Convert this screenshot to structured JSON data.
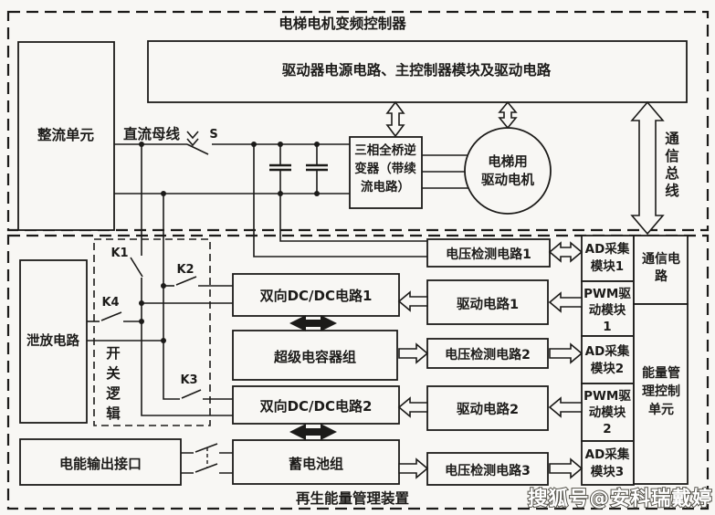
{
  "palette": {
    "ink": "#1c1b19",
    "paper": "#f8f7f4",
    "wm-fill": "#ffffff",
    "wm-stroke": "#56544c"
  },
  "top": {
    "title": "电梯电机变频控制器",
    "driver_box": "驱动器电源电路、主控制器模块及驱动电路",
    "rectifier": "整流单元",
    "dc_bus": "直流母线",
    "switch_s": "S",
    "inverter": {
      "l1": "三相全桥逆",
      "l2": "变器（带续",
      "l3": "流电路）"
    },
    "motor": {
      "l1": "电梯用",
      "l2": "驱动电机"
    },
    "comm_bus": {
      "c1": "通",
      "c2": "信",
      "c3": "总",
      "c4": "线"
    }
  },
  "bottom": {
    "title": "再生能量管理装置",
    "discharge": "泄放电路",
    "switch_logic": {
      "c1": "开",
      "c2": "关",
      "c3": "逻",
      "c4": "辑"
    },
    "switches": {
      "k1": "K1",
      "k2": "K2",
      "k3": "K3",
      "k4": "K4"
    },
    "dcdc1": "双向DC/DC电路1",
    "supercap": "超级电容器组",
    "dcdc2": "双向DC/DC电路2",
    "battery": "蓄电池组",
    "output_port": "电能输出接口",
    "vdet1": "电压检测电路1",
    "drv1": "驱动电路1",
    "vdet2": "电压检测电路2",
    "drv2": "驱动电路2",
    "vdet3": "电压检测电路3",
    "ad1": {
      "l1": "AD采集",
      "l2": "模块1"
    },
    "pwm1": {
      "l1": "PWM驱",
      "l2": "动模块",
      "l3": "1"
    },
    "ad2": {
      "l1": "AD采集",
      "l2": "模块2"
    },
    "pwm2": {
      "l1": "PWM驱",
      "l2": "动模块",
      "l3": "2"
    },
    "ad3": {
      "l1": "AD采集",
      "l2": "模块3"
    },
    "comm_circuit": {
      "l1": "通信电",
      "l2": "路"
    },
    "energy_mgmt": {
      "l1": "能量管",
      "l2": "理控制",
      "l3": "单元"
    }
  },
  "watermark": "搜狐号@安科瑞戴婷"
}
